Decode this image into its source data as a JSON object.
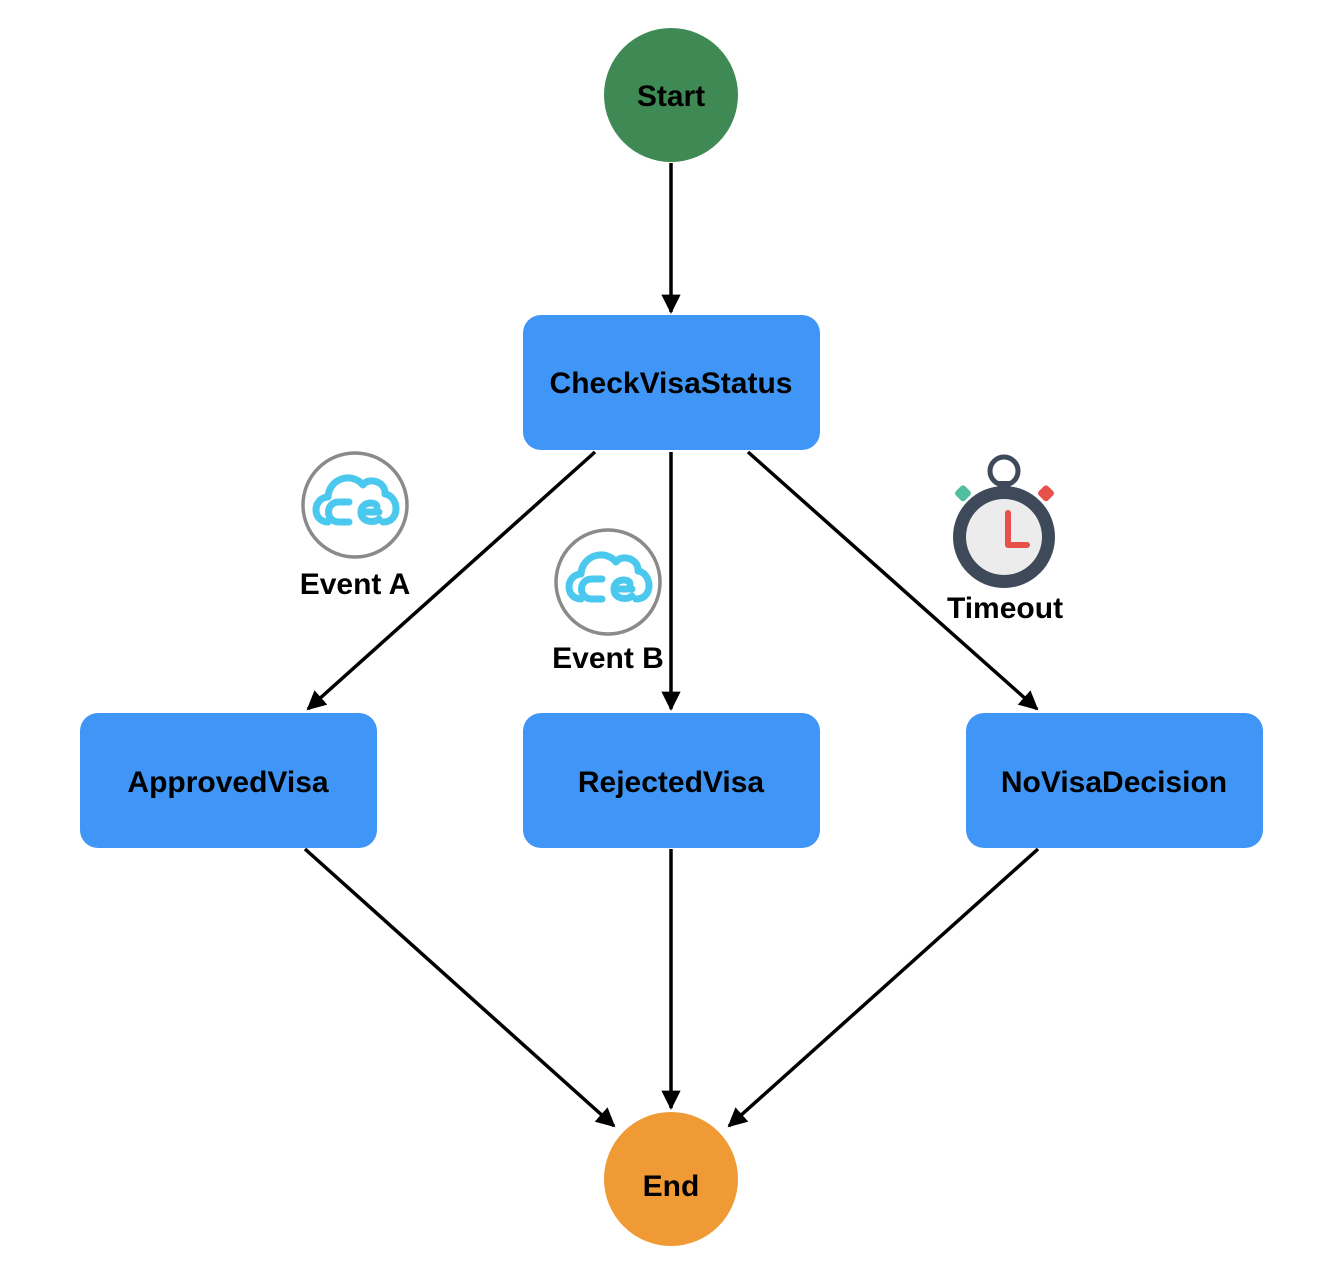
{
  "diagram": {
    "nodes": {
      "start": {
        "label": "Start",
        "color": "#3f8a54"
      },
      "check": {
        "label": "CheckVisaStatus",
        "color": "#4096f6"
      },
      "approved": {
        "label": "ApprovedVisa",
        "color": "#4096f6"
      },
      "rejected": {
        "label": "RejectedVisa",
        "color": "#4096f6"
      },
      "novisa": {
        "label": "NoVisaDecision",
        "color": "#4096f6"
      },
      "end": {
        "label": "End",
        "color": "#f09a36"
      }
    },
    "edge_labels": {
      "event_a": {
        "label": "Event A",
        "icon": "cloud-event-icon"
      },
      "event_b": {
        "label": "Event B",
        "icon": "cloud-event-icon"
      },
      "timeout": {
        "label": "Timeout",
        "icon": "stopwatch-icon"
      }
    },
    "edges": [
      {
        "from": "start",
        "to": "check"
      },
      {
        "from": "check",
        "to": "approved",
        "label": "Event A"
      },
      {
        "from": "check",
        "to": "rejected",
        "label": "Event B"
      },
      {
        "from": "check",
        "to": "novisa",
        "label": "Timeout"
      },
      {
        "from": "approved",
        "to": "end"
      },
      {
        "from": "rejected",
        "to": "end"
      },
      {
        "from": "novisa",
        "to": "end"
      }
    ]
  }
}
